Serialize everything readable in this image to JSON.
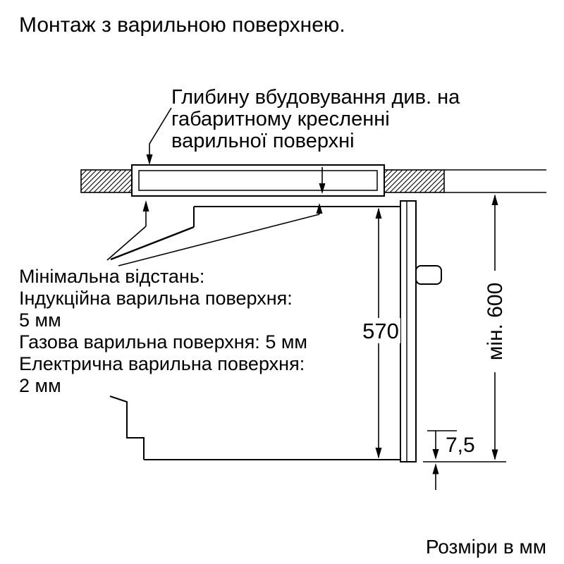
{
  "title": "Монтаж з варильною поверхнею.",
  "note": {
    "lines": [
      "Глибину вбудовування див. на",
      "габаритному кресленні",
      "варильної поверхні"
    ]
  },
  "min_distance": {
    "lines": [
      "Мінімальна відстань:",
      "Індукційна варильна поверхня:",
      "5 мм",
      "Газова варильна поверхня: 5 мм",
      "Електрична варильна поверхня:",
      "2 мм"
    ]
  },
  "dimensions": {
    "oven_height": "570",
    "niche_min_height": "мін. 600",
    "bottom_gap": "7,5"
  },
  "footer": "Розміри в мм",
  "colors": {
    "line": "#000000",
    "background": "#ffffff",
    "text": "#000000"
  }
}
